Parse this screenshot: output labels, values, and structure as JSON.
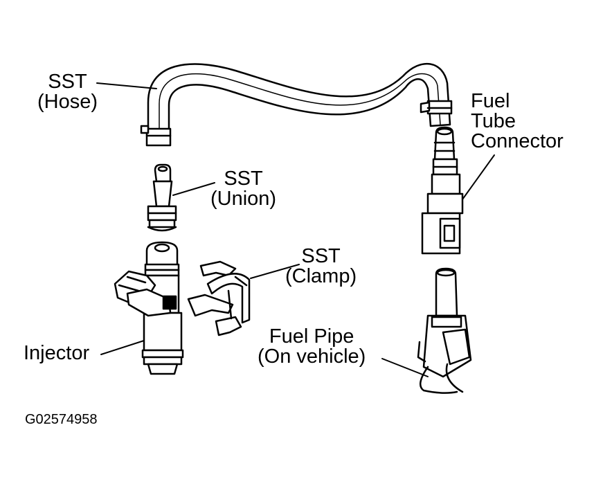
{
  "labels": {
    "sst_hose": [
      "SST",
      "(Hose)"
    ],
    "sst_union": [
      "SST",
      "(Union)"
    ],
    "sst_clamp": [
      "SST",
      "(Clamp)"
    ],
    "fuel_tube_connector": [
      "Fuel",
      "Tube",
      "Connector"
    ],
    "injector": "Injector",
    "fuel_pipe": [
      "Fuel Pipe",
      "(On vehicle)"
    ]
  },
  "figure_code": "G02574958",
  "colors": {
    "ink": "#000000",
    "paper": "#ffffff"
  }
}
